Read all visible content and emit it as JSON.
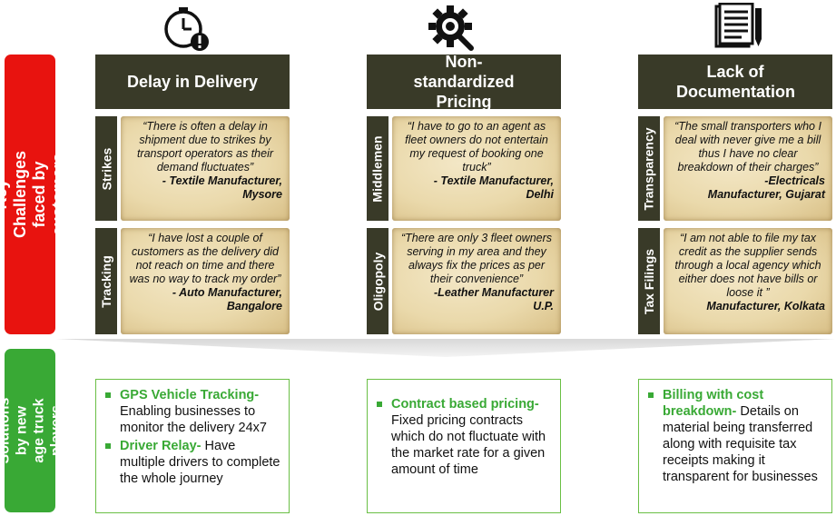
{
  "side_labels": {
    "challenges": "Key Challenges faced by customers",
    "solutions": "Solutions by new age truck players"
  },
  "icons": [
    "clock-alert-icon",
    "gear-magnifier-icon",
    "document-pen-icon"
  ],
  "colors": {
    "dark": "#393a28",
    "red": "#e8130f",
    "green": "#39a935",
    "border_green": "#6abf45"
  },
  "columns": [
    {
      "header": "Delay in Delivery",
      "challenges": [
        {
          "tab": "Strikes",
          "quote": "“There is often a delay in shipment due to strikes by transport operators as their demand fluctuates”",
          "source": "- Textile Manufacturer, Mysore"
        },
        {
          "tab": "Tracking",
          "quote": "“I have lost a couple of customers as the delivery did not reach on time and there was no way to track my order”",
          "source": "- Auto  Manufacturer, Bangalore"
        }
      ],
      "solutions": [
        {
          "title": "GPS Vehicle Tracking-",
          "text": " Enabling businesses to monitor the delivery 24x7"
        },
        {
          "title": "Driver Relay-",
          "text": " Have multiple drivers to complete the whole journey"
        }
      ]
    },
    {
      "header": "Non-standardized Pricing",
      "challenges": [
        {
          "tab": "Middlemen",
          "quote": "“I have to go to an agent as fleet owners do not entertain my request of booking one truck”",
          "source": "- Textile Manufacturer, Delhi"
        },
        {
          "tab": "Oligopoly",
          "quote": "“There are only 3 fleet owners serving in my area and they always fix the prices as per their convenience”",
          "source": "-Leather Manufacturer U.P."
        }
      ],
      "solutions": [
        {
          "title": "Contract based pricing-",
          "text": " Fixed pricing contracts which do not fluctuate  with the market rate for a given amount of time"
        }
      ]
    },
    {
      "header": "Lack of Documentation",
      "challenges": [
        {
          "tab": "Transparency",
          "quote": "“The small transporters who I deal with never give me a bill thus I have no clear breakdown of their charges”",
          "source": "-Electricals Manufacturer, Gujarat"
        },
        {
          "tab": "Tax Filings",
          "quote": "“I am  not able to file my tax credit as the supplier sends through a local agency which either does not have bills or loose it  ”",
          "source": "Manufacturer, Kolkata"
        }
      ],
      "solutions": [
        {
          "title": "Billing with cost breakdown-",
          "text": " Details on material being transferred along with requisite tax receipts making it transparent for businesses"
        }
      ]
    }
  ]
}
